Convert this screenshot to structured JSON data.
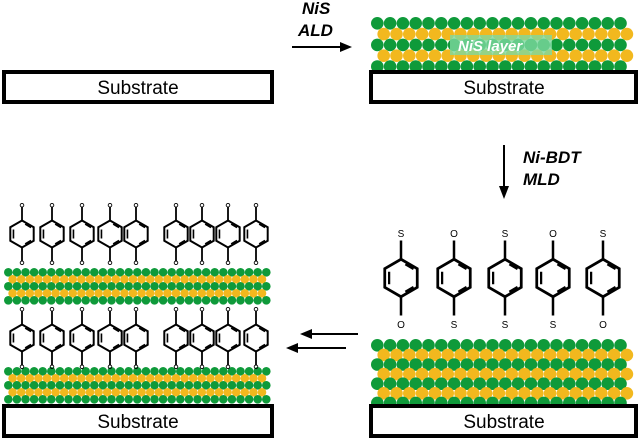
{
  "labels": {
    "substrate": "Substrate",
    "ald_top": "NiS",
    "ald_bottom": "ALD",
    "nis_layer": "NiS layer",
    "mld_top": "Ni-BDT",
    "mld_bottom": "MLD",
    "sulfur": "S",
    "oxygen": "O"
  },
  "colors": {
    "nickel": "#0f9a3a",
    "sulfur": "#f2b81e",
    "line": "#000000",
    "label_box": "#7dd8a0"
  }
}
